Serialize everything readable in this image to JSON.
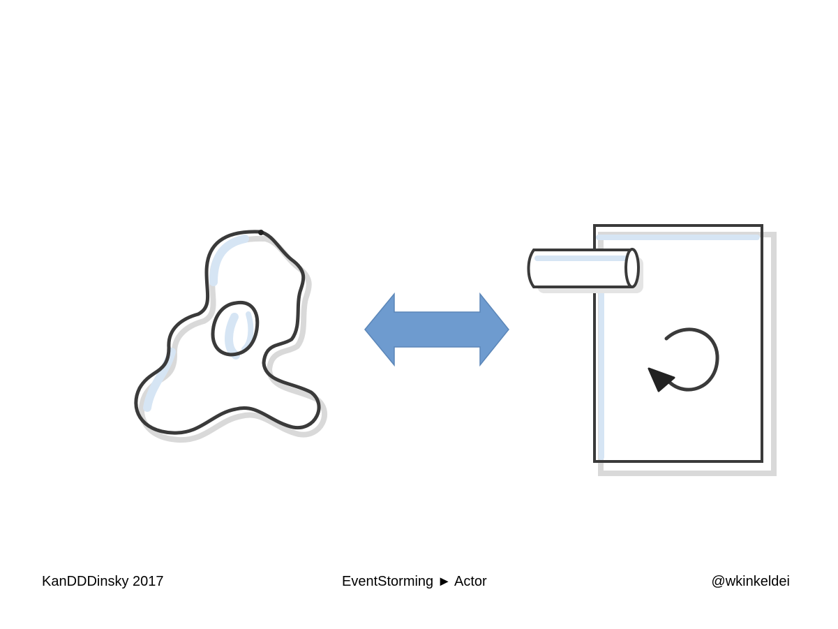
{
  "footer": {
    "event_name": "KanDDDinsky 2017",
    "breadcrumb": "EventStorming ► Actor",
    "author_handle": "@wkinkeldei"
  },
  "colors": {
    "stroke": "#3a3a3a",
    "fill_tint": "#d6e5f4",
    "shadow": "#d9d9d9",
    "arrow_fill": "#6e9bcf",
    "arrow_stroke": "#5b86b8"
  },
  "icons": {
    "left": "amoeba-actor-icon",
    "middle": "double-headed-arrow-icon",
    "right": "system-box-with-pipe-and-cycle-icon"
  }
}
